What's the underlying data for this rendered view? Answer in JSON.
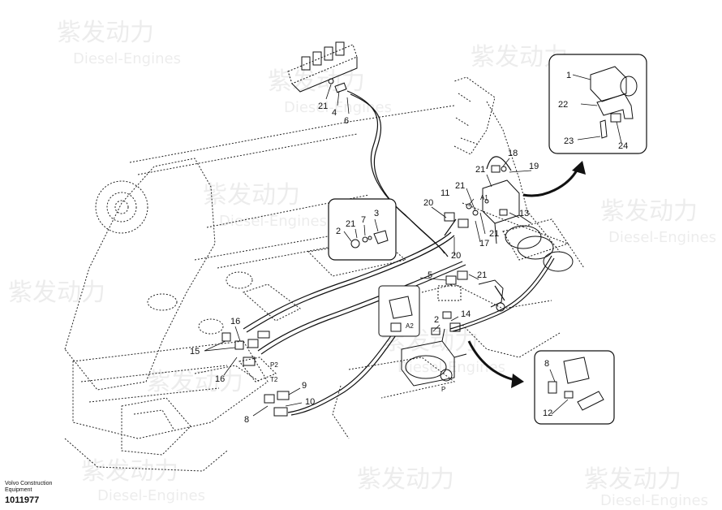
{
  "caption": {
    "brand_line1": "Volvo Construction",
    "brand_line2": "Equipment",
    "part_number": "1011977"
  },
  "watermark": {
    "cn": "紫发动力",
    "en": "Diesel-Engines"
  },
  "callouts": {
    "main": {
      "n21a": "21",
      "n4": "4",
      "n6": "6",
      "n18": "18",
      "n19": "19",
      "n21b": "21",
      "n11": "11",
      "n21c": "21",
      "n20a": "20",
      "n13": "13",
      "n21d": "21",
      "n17": "17",
      "n20b": "20",
      "n5": "5",
      "n21e": "21",
      "n14": "14",
      "n2b": "2",
      "n16a": "16",
      "n15": "15",
      "n16b": "16",
      "n9": "9",
      "n10": "10",
      "n8": "8",
      "p2": "P2",
      "t2": "T2",
      "a1": "A1",
      "a2": "A2",
      "p": "P"
    },
    "inset_left": {
      "n21": "21",
      "n7": "7",
      "n3": "3",
      "n2": "2"
    },
    "inset_top": {
      "n1": "1",
      "n22": "22",
      "n23": "23",
      "n24": "24"
    },
    "inset_bottom": {
      "n8": "8",
      "n12": "12"
    }
  },
  "colors": {
    "line": "#111111",
    "watermark": "#000000"
  }
}
